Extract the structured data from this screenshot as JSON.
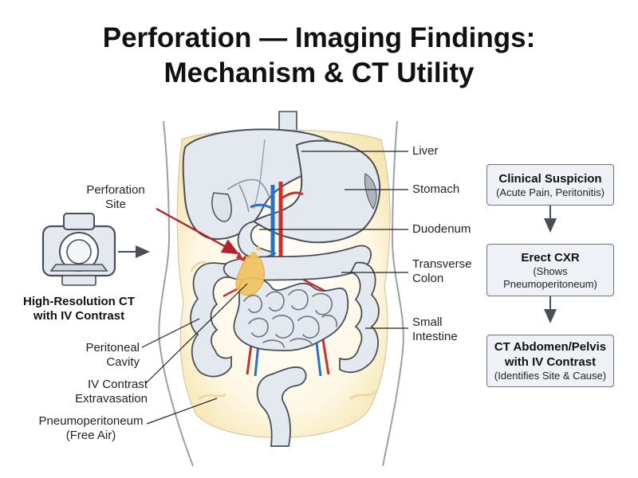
{
  "title": {
    "line1": "Perforation — Imaging Findings:",
    "line2": "Mechanism & CT Utility"
  },
  "ct_scanner": {
    "icon": "ct-scanner-icon",
    "caption_line1": "High-Resolution CT",
    "caption_line2": "with IV Contrast"
  },
  "labels": {
    "liver": "Liver",
    "stomach": "Stomach",
    "duodenum": "Duodenum",
    "transverse_colon_line1": "Transverse",
    "transverse_colon_line2": "Colon",
    "small_intestine_line1": "Small",
    "small_intestine_line2": "Intestine",
    "perforation_line1": "Perforation",
    "perforation_line2": "Site",
    "peritoneal_line1": "Peritoneal",
    "peritoneal_line2": "Cavity",
    "contrast_line1": "IV Contrast",
    "contrast_line2": "Extravasation",
    "pneumo_line1": "Pneumoperitoneum",
    "pneumo_line2": "(Free Air)"
  },
  "flow": [
    {
      "heading": "Clinical Suspicion",
      "sub1": "(Acute Pain, Peritonitis)",
      "sub2": ""
    },
    {
      "heading": "Erect CXR",
      "sub1": "(Shows",
      "sub2": "Pneumoperitoneum)"
    },
    {
      "heading": "CT Abdomen/Pelvis",
      "heading2": "with IV Contrast",
      "sub1": "(Identifies Site & Cause)"
    }
  ],
  "colors": {
    "outline": "#4a4f57",
    "organ_fill": "#e4e9ef",
    "cavity_fill": "#fbf2d4",
    "artery": "#c9302c",
    "vein": "#2f6fc0",
    "contrast": "#efc25a",
    "perforation_arrow": "#b3222a"
  }
}
